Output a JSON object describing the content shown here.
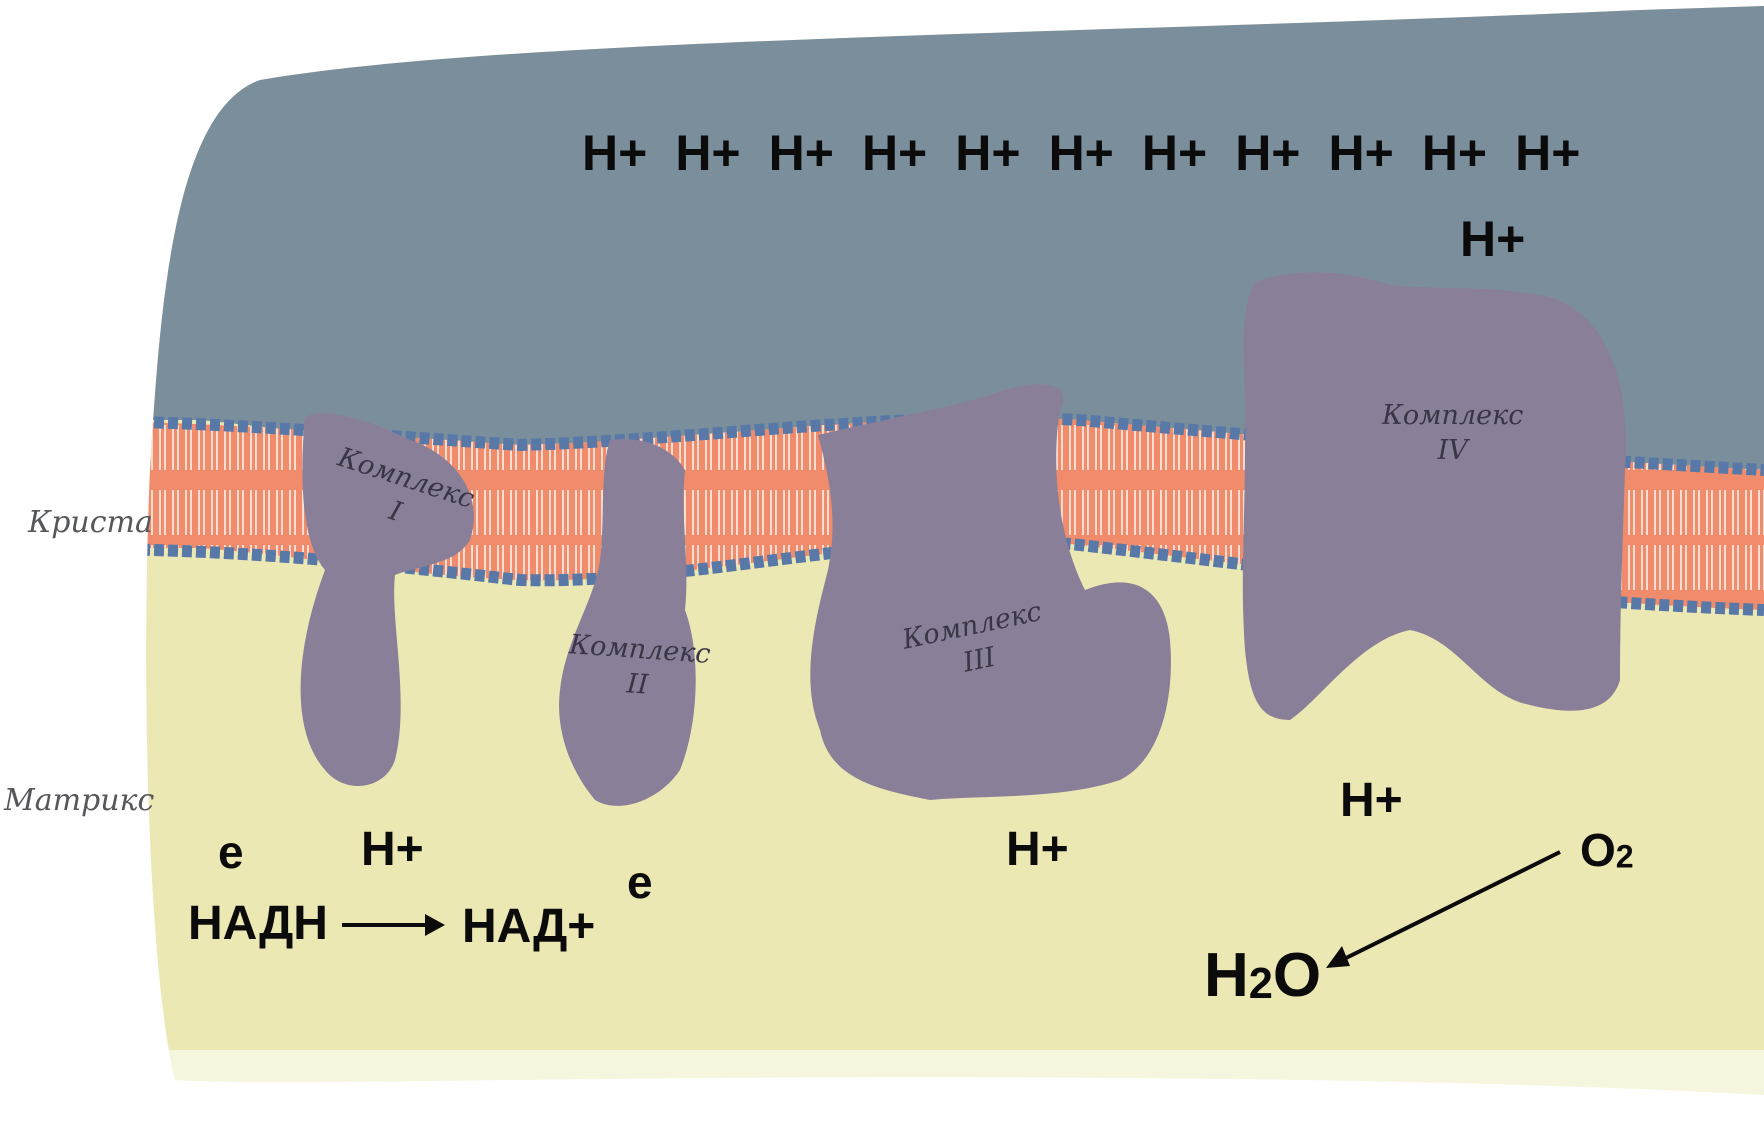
{
  "labels": {
    "crista": "Криста",
    "matrix": "Матрикс"
  },
  "complexes": [
    {
      "word": "Комплекс",
      "numeral": "I"
    },
    {
      "word": "Комплекс",
      "numeral": "II"
    },
    {
      "word": "Комплекс",
      "numeral": "III"
    },
    {
      "word": "Комплекс",
      "numeral": "IV"
    }
  ],
  "intermembrane": {
    "proton_row": [
      "H+",
      "H+",
      "H+",
      "H+",
      "H+",
      "H+",
      "H+",
      "H+",
      "H+",
      "H+",
      "H+"
    ],
    "proton_extra": "H+"
  },
  "matrix": {
    "electron_1": "e",
    "electron_2": "e",
    "proton_1": "H+",
    "proton_2": "H+",
    "proton_3": "H+",
    "nadh": "НАДН",
    "nad_plus": "НАД+",
    "oxygen": {
      "base": "O",
      "subscript": "2"
    },
    "water": {
      "h": "H",
      "subscript": "2",
      "o": "O"
    }
  },
  "colors": {
    "intermembrane_space": "#7b8e9c",
    "matrix": "#ece8b4",
    "membrane_core": "#f08c6c",
    "phospholipid_head": "#5878a8",
    "protein_complex": "#8a7f98"
  }
}
